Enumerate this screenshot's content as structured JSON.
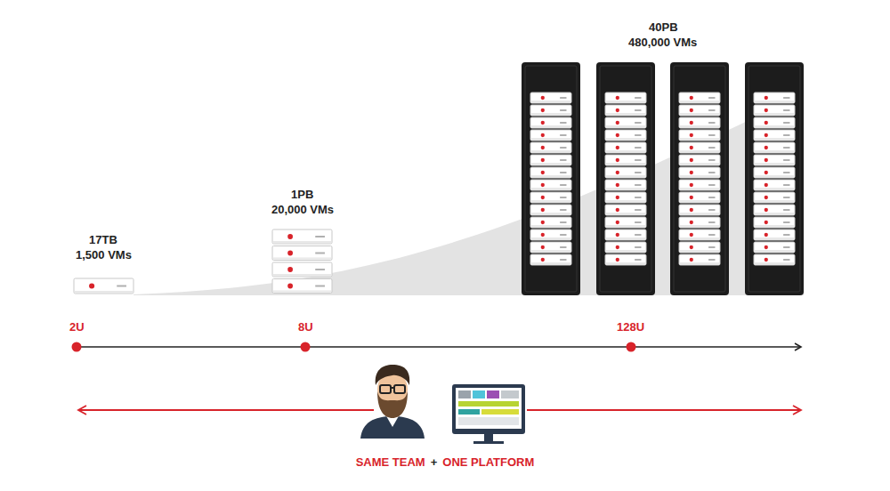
{
  "diagram": {
    "labels": [
      "17TB",
      "1,500 VMs",
      "1PB",
      "20,000 VMs",
      "40PB",
      "480,000 VMs",
      "2U",
      "8U",
      "128U",
      "SAME TEAM",
      "+",
      "ONE PLATFORM"
    ]
  }
}
